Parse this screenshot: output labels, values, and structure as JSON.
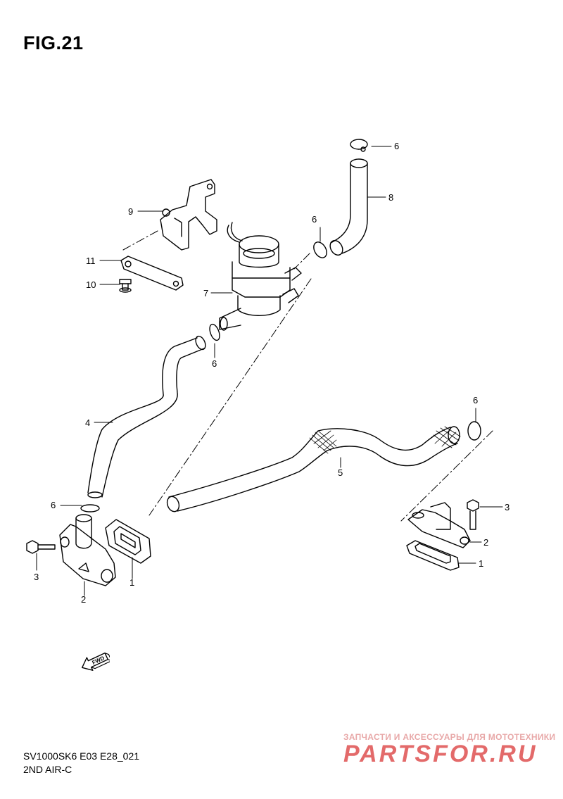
{
  "figure": {
    "title": "FIG.21"
  },
  "footer": {
    "code": "SV1000SK6 E03 E28_021",
    "section": "2ND AIR-C"
  },
  "watermark": {
    "tagline": "ЗАПЧАСТИ И АКСЕССУАРЫ ДЛЯ МОТОТЕХНИКИ",
    "logo": "PARTSFOR.RU",
    "color": "#e36a6a"
  },
  "fwd_marker": {
    "label": "FWD"
  },
  "callouts": {
    "c6_top": "6",
    "c8": "8",
    "c9": "9",
    "c6_mid": "6",
    "c11": "11",
    "c10": "10",
    "c7": "7",
    "c6_left": "6",
    "c4": "4",
    "c6_right": "6",
    "c5": "5",
    "c3_right": "3",
    "c2_right": "2",
    "c1_right": "1",
    "c6_low": "6",
    "c3_left": "3",
    "c1_left": "1",
    "c2_left": "2"
  }
}
